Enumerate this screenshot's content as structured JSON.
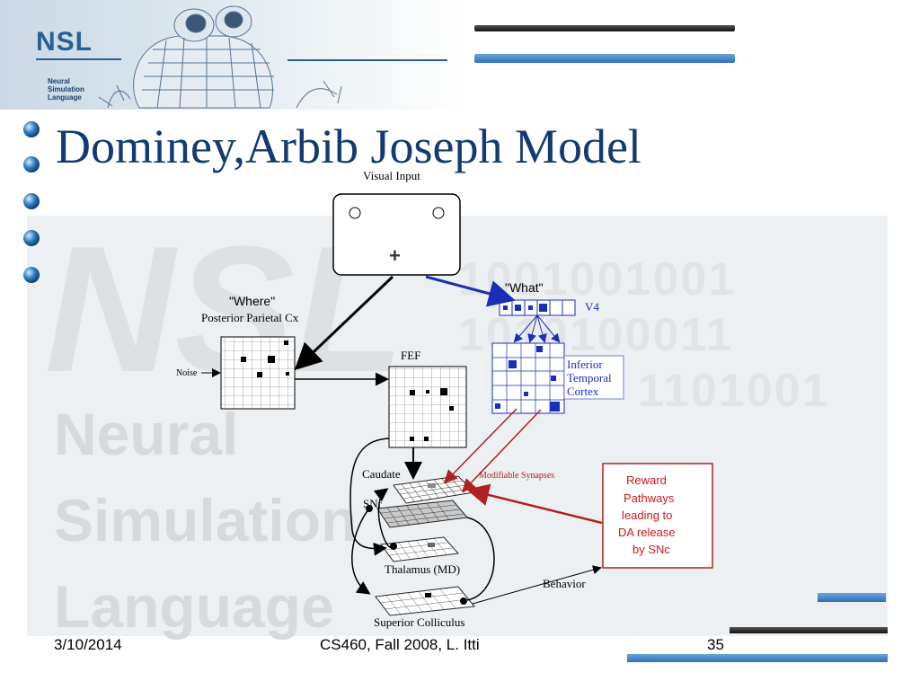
{
  "logo": {
    "name": "NSL",
    "subtitle_lines": [
      "Neural",
      "Simulation",
      "Language"
    ]
  },
  "title": "Dominey,Arbib Joseph Model",
  "watermark": {
    "big": "NSL",
    "words": [
      "Neural",
      "Simulation",
      "Language"
    ],
    "binary_rows": [
      "1001001001",
      "1010100011",
      "1101001"
    ]
  },
  "diagram": {
    "visual_input_label": "Visual Input",
    "visual_input_cross": "+",
    "where_label": "\"Where\"",
    "ppc_label": "Posterior Parietal  Cx",
    "noise_label": "Noise",
    "fef_label": "FEF",
    "what_label": "\"What\"",
    "v4_label": "V4",
    "it_label_lines": [
      "Inferior",
      "Temporal",
      "Cortex"
    ],
    "caudate_label": "Caudate",
    "snr_label": "SNr",
    "modifiable_synapses_label": "Modifiable Synapses",
    "thalamus_label": "Thalamus (MD)",
    "behavior_label": "Behavior",
    "superior_colliculus_label": "Superior Colliculus",
    "reward_label_lines": [
      "Reward",
      "Pathways",
      "leading to",
      "DA release",
      "by SNc"
    ],
    "colors": {
      "blue_path": "#1a2eb8",
      "red_path": "#b02020",
      "reward_text": "#cc1a1a"
    }
  },
  "footer": {
    "date": "3/10/2014",
    "course": "CS460, Fall 2008, L. Itti",
    "page": "35"
  }
}
